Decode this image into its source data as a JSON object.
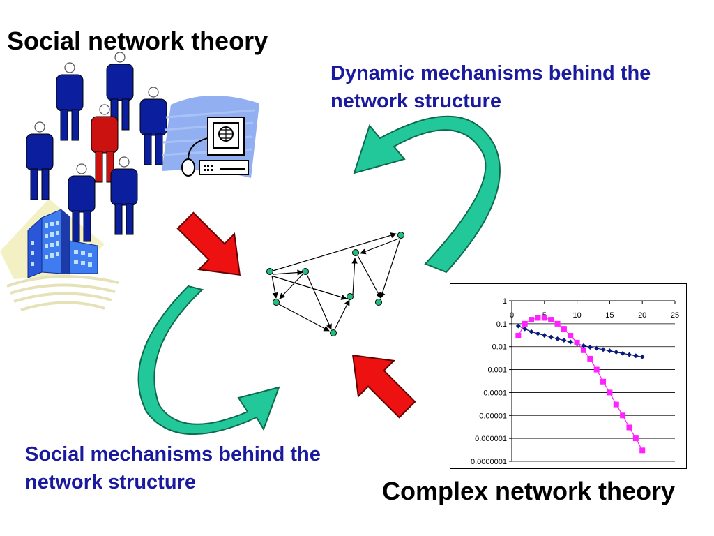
{
  "labels": {
    "social_network_theory": "Social network theory",
    "dynamic_mechanisms_line1": "Dynamic mechanisms behind the",
    "dynamic_mechanisms_line2": "network structure",
    "social_mechanisms_line1": "Social mechanisms behind the",
    "social_mechanisms_line2": "network structure",
    "complex_network_theory": "Complex network theory"
  },
  "colors": {
    "person_blue": "#0b1f9e",
    "person_red": "#cc1111",
    "arrow_red": "#ee1111",
    "curved_arrow_green": "#22c79a",
    "node_green": "#1fbf80",
    "label_blue": "#1a1a9e",
    "series_blue": "#0a1a7a",
    "series_magenta": "#ff22ff"
  },
  "icons": [
    "person-icon",
    "computer-icon",
    "building-icon",
    "network-graph-icon"
  ],
  "chart_data": {
    "type": "scatter",
    "title": "",
    "xlabel": "",
    "ylabel": "",
    "xlim": [
      0,
      25
    ],
    "ylim": [
      1e-07,
      1
    ],
    "yscale": "log",
    "x_ticks": [
      "0",
      "5",
      "10",
      "15",
      "20",
      "25"
    ],
    "y_ticks": [
      "1",
      "0.1",
      "0.01",
      "0.001",
      "0.0001",
      "0.00001",
      "0.000001",
      "0.0000001"
    ],
    "grid": "horizontal",
    "legend": "none",
    "series": [
      {
        "marker": "diamond",
        "color": "#0a1a7a",
        "x": [
          1,
          2,
          3,
          4,
          5,
          6,
          7,
          8,
          9,
          10,
          11,
          12,
          13,
          14,
          15,
          16,
          17,
          18,
          19,
          20
        ],
        "y": [
          0.08,
          0.06,
          0.045,
          0.037,
          0.031,
          0.026,
          0.022,
          0.019,
          0.016,
          0.013,
          0.011,
          0.0095,
          0.0085,
          0.0075,
          0.0066,
          0.0058,
          0.0051,
          0.0045,
          0.004,
          0.0036
        ]
      },
      {
        "marker": "square",
        "color": "#ff22ff",
        "x": [
          1,
          2,
          3,
          4,
          5,
          6,
          7,
          8,
          9,
          10,
          11,
          12,
          13,
          14,
          15,
          16,
          17,
          18,
          19,
          20
        ],
        "y": [
          0.03,
          0.1,
          0.15,
          0.18,
          0.18,
          0.15,
          0.1,
          0.06,
          0.03,
          0.015,
          0.007,
          0.003,
          0.001,
          0.0003,
          0.0001,
          3e-05,
          1e-05,
          3e-06,
          1e-06,
          3e-07
        ]
      }
    ]
  }
}
